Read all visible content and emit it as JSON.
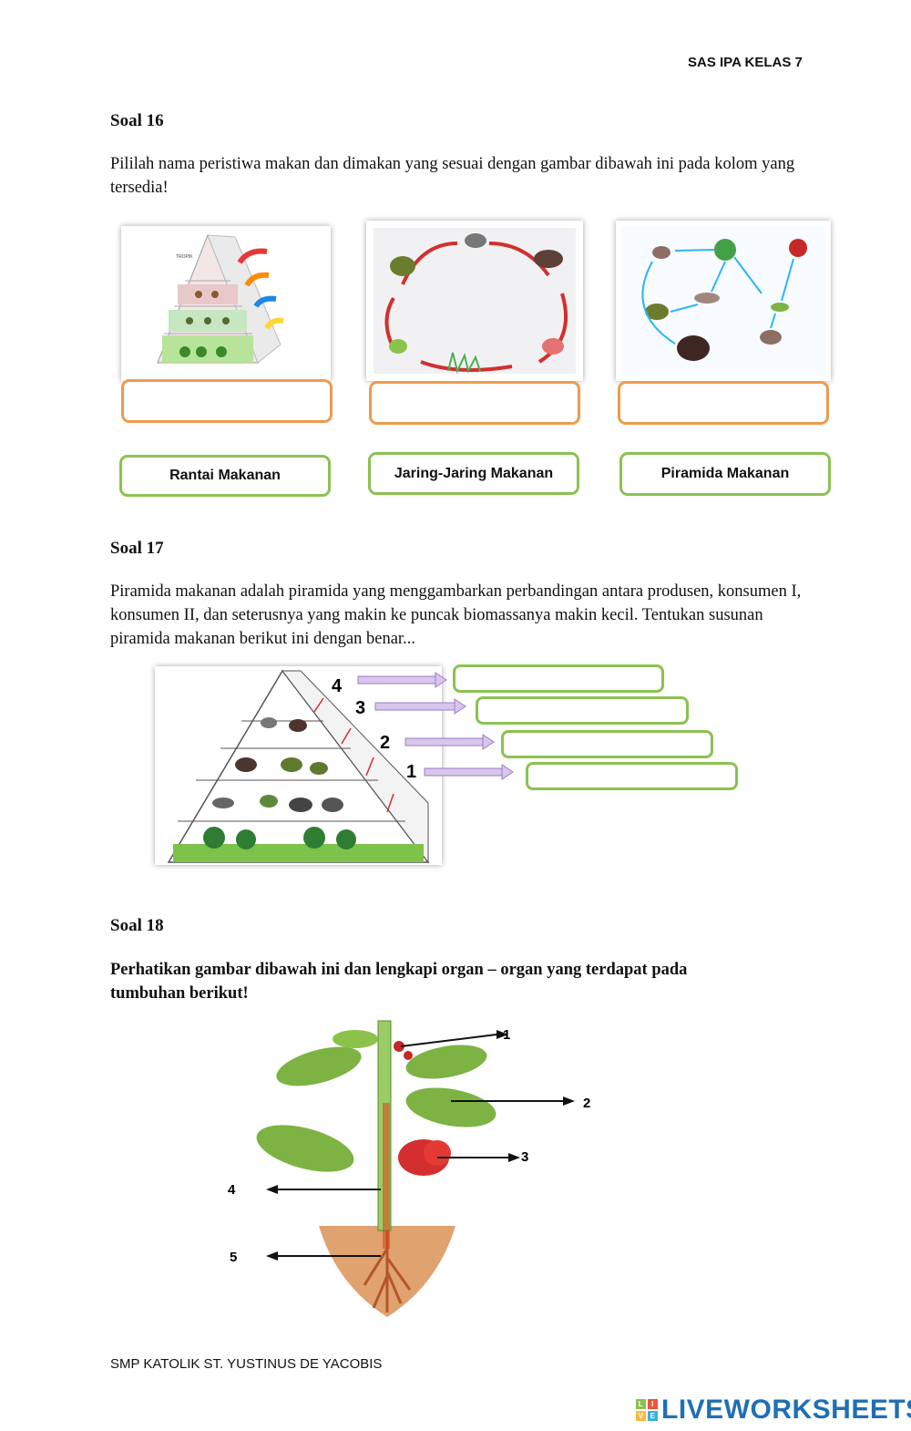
{
  "header": {
    "title": "SAS IPA KELAS 7"
  },
  "soal16": {
    "heading": "Soal 16",
    "instruction": "Pililah nama peristiwa makan dan dimakan yang sesuai dengan gambar dibawah ini pada kolom yang tersedia!",
    "choices": [
      "Rantai Makanan",
      "Jaring-Jaring Makanan",
      "Piramida Makanan"
    ],
    "answers": [
      "",
      "",
      ""
    ]
  },
  "soal17": {
    "heading": "Soal 17",
    "instruction": "Piramida makanan adalah piramida yang menggambarkan perbandingan antara produsen, konsumen I, konsumen II, dan seterusnya yang makin ke puncak biomassanya makin kecil. Tentukan susunan piramida makanan berikut ini dengan benar...",
    "levels": [
      "4",
      "3",
      "2",
      "1"
    ],
    "answers": [
      "",
      "",
      "",
      ""
    ]
  },
  "soal18": {
    "heading": "Soal 18",
    "instruction": "Perhatikan gambar dibawah ini dan lengkapi organ – organ yang terdapat pada tumbuhan berikut!",
    "labels": [
      "1",
      "2",
      "3",
      "4",
      "5"
    ]
  },
  "footer": {
    "school": "SMP KATOLIK ST. YUSTINUS DE YACOBIS"
  },
  "brand": {
    "name": "LIVEWORKSHEETS"
  },
  "colors": {
    "orange_border": "#ee9a4d",
    "green_border": "#8cc152",
    "arrow_fill": "#d9c6ee",
    "brand": "#1f6fb5"
  }
}
